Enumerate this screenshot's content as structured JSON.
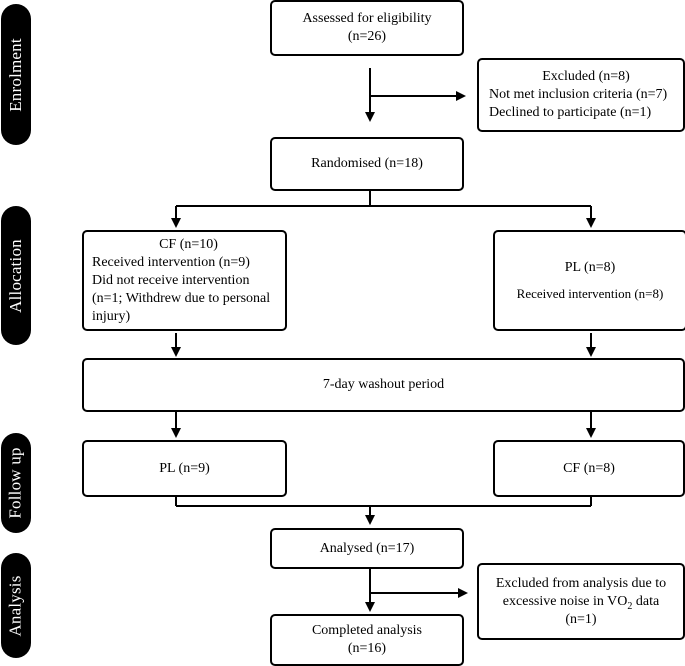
{
  "stages": {
    "enrolment": "Enrolment",
    "allocation": "Allocation",
    "follow_up": "Follow up",
    "analysis": "Analysis"
  },
  "assessed": {
    "line1": "Assessed for eligibility",
    "line2": "(n=26)"
  },
  "excluded": {
    "title": "Excluded (n=8)",
    "reason1": "Not met inclusion criteria (n=7)",
    "reason2": "Declined to participate (n=1)"
  },
  "randomised": "Randomised (n=18)",
  "cf_allocation": {
    "title": "CF (n=10)",
    "line1": "Received intervention (n=9)",
    "line2": "Did not receive intervention",
    "line3": "(n=1; Withdrew due to personal",
    "line4": "injury)"
  },
  "pl_allocation": {
    "title": "PL (n=8)",
    "line1": "Received intervention (n=8)"
  },
  "washout": "7-day washout period",
  "followup_left": "PL (n=9)",
  "followup_right": "CF (n=8)",
  "analysed": "Analysed (n=17)",
  "excluded_analysis": {
    "line1": "Excluded from analysis due to",
    "line2_pre": "excessive noise in VO",
    "line2_sub": "2",
    "line2_post": " data",
    "line3": "(n=1)"
  },
  "completed": {
    "line1": "Completed analysis",
    "line2": "(n=16)"
  }
}
